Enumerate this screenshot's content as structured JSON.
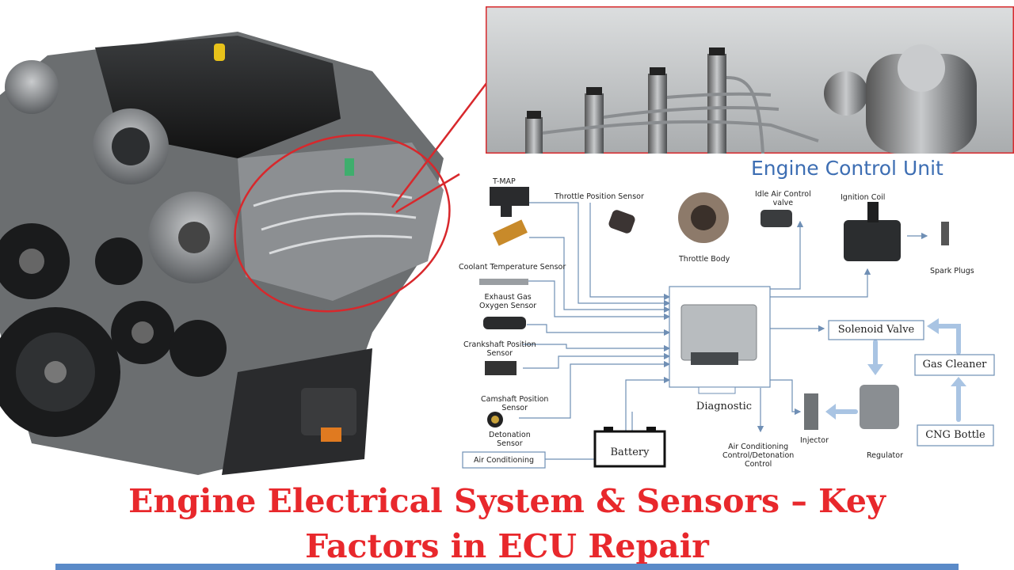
{
  "diagram": {
    "title": "Engine Control Unit",
    "components": {
      "tmap": "T-MAP",
      "throttle_position_sensor": "Throttle Position Sensor",
      "throttle_body": "Throttle Body",
      "idle_air_control_line1": "Idle Air Control",
      "idle_air_control_line2": "valve",
      "ignition_coil": "Ignition Coil",
      "spark_plugs": "Spark Plugs",
      "coolant_temperature_sensor": "Coolant Temperature Sensor",
      "exhaust_gas_line1": "Exhaust Gas",
      "exhaust_gas_line2": "Oxygen Sensor",
      "crankshaft_line1": "Crankshaft Position",
      "crankshaft_line2": "Sensor",
      "camshaft_line1": "Camshaft Position",
      "camshaft_line2": "Sensor",
      "detonation_line1": "Detonation",
      "detonation_line2": "Sensor",
      "air_conditioning": "Air Conditioning",
      "battery": "Battery",
      "diagnostic": "Diagnostic",
      "ac_control_line1": "Air Conditioning",
      "ac_control_line2": "Control/Detonation",
      "ac_control_line3": "Control",
      "injector": "Injector",
      "regulator": "Regulator",
      "solenoid_valve": "Solenoid Valve",
      "gas_cleaner": "Gas Cleaner",
      "cng_bottle": "CNG Bottle"
    }
  },
  "headline": {
    "line1": "Engine Electrical System & Sensors – Key",
    "line2": "Factors in ECU Repair"
  },
  "colors": {
    "headline": "#e8282c",
    "diagram_title": "#3d6eb3",
    "callout": "#d8282c",
    "flow_arrow": "#a9c4e3",
    "wire": "#6f8fb5"
  }
}
